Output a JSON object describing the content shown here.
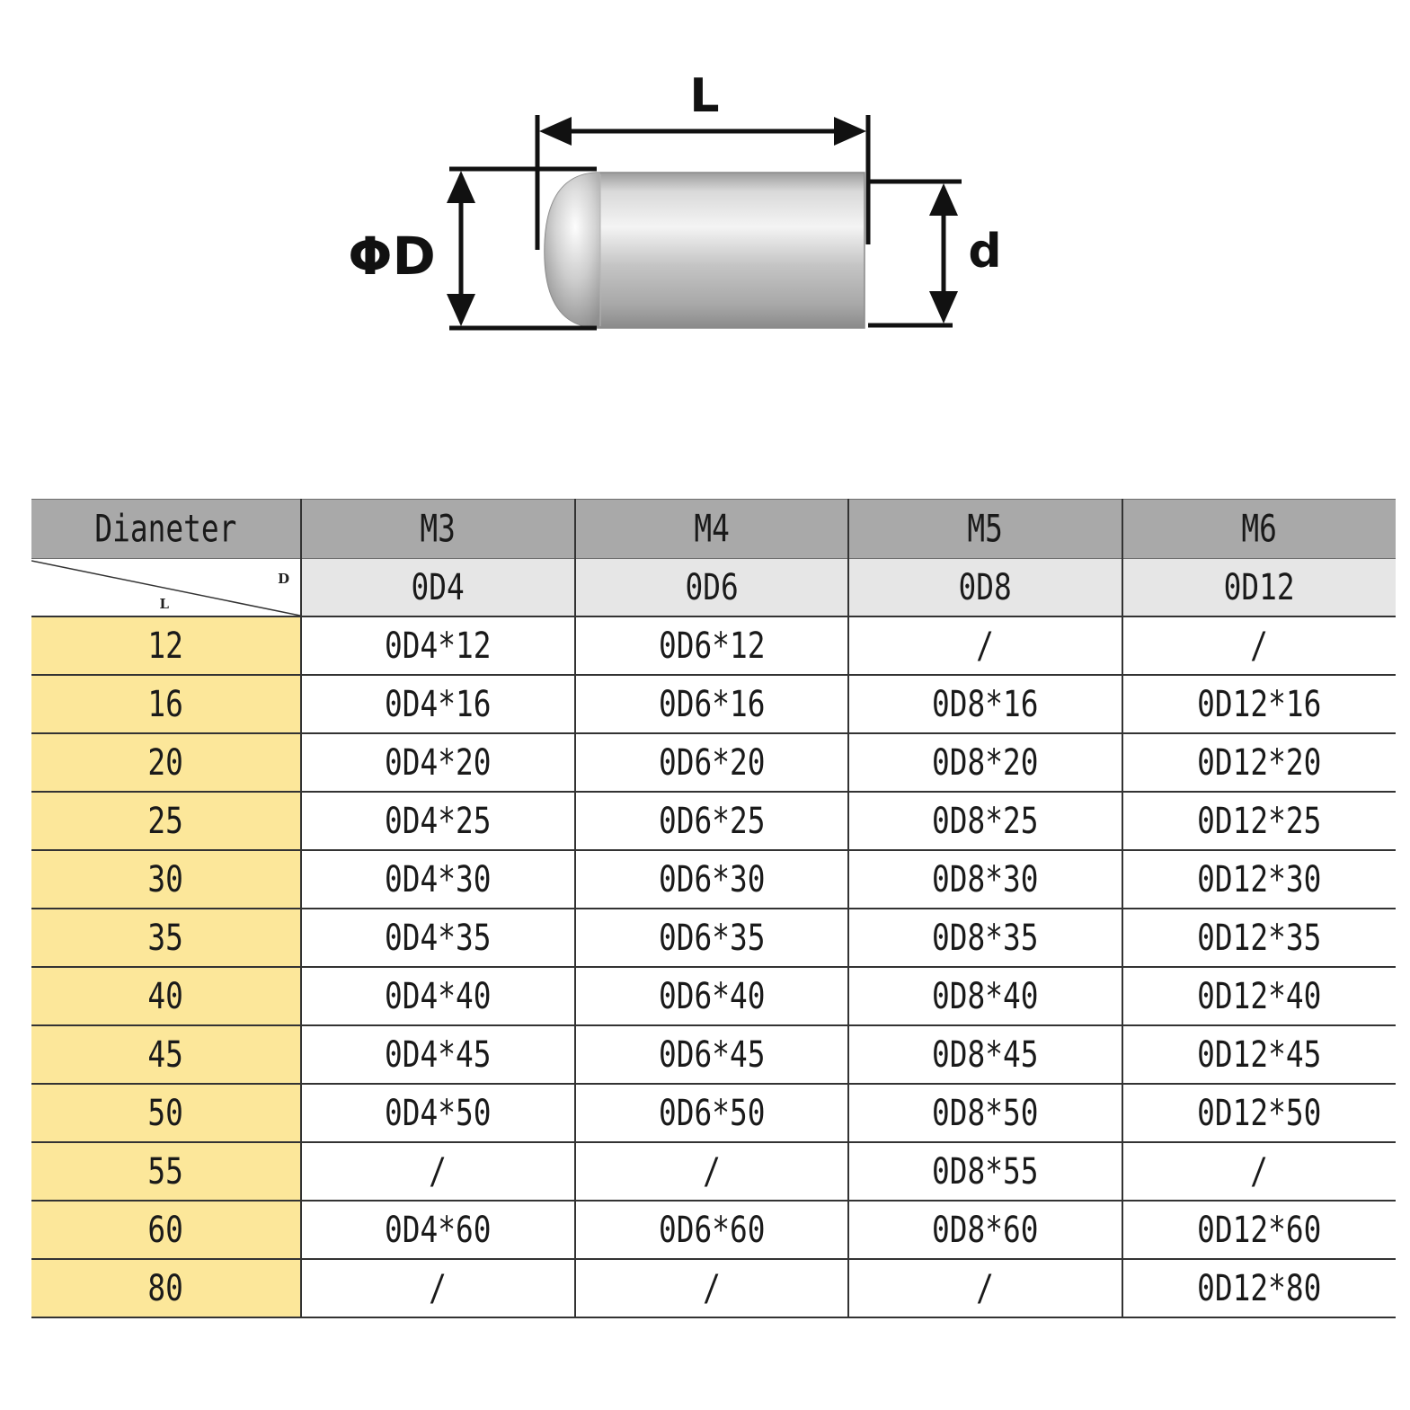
{
  "diagram": {
    "label_length": "L",
    "label_outer_diameter": "ΦD",
    "label_inner_diameter": "d",
    "colors": {
      "pin_light": "#f2f2f2",
      "pin_mid": "#b8b8b8",
      "pin_dark": "#8a8a8a",
      "lines": "#111111"
    }
  },
  "table": {
    "header_label": "Dianeter",
    "corner_d": "D",
    "corner_l": "L",
    "columns": [
      {
        "thread": "M3",
        "od": "0D4"
      },
      {
        "thread": "M4",
        "od": "0D6"
      },
      {
        "thread": "M5",
        "od": "0D8"
      },
      {
        "thread": "M6",
        "od": "0D12"
      }
    ],
    "rows": [
      {
        "length": "12",
        "cells": [
          "0D4*12",
          "0D6*12",
          "/",
          "/"
        ]
      },
      {
        "length": "16",
        "cells": [
          "0D4*16",
          "0D6*16",
          "0D8*16",
          "0D12*16"
        ]
      },
      {
        "length": "20",
        "cells": [
          "0D4*20",
          "0D6*20",
          "0D8*20",
          "0D12*20"
        ]
      },
      {
        "length": "25",
        "cells": [
          "0D4*25",
          "0D6*25",
          "0D8*25",
          "0D12*25"
        ]
      },
      {
        "length": "30",
        "cells": [
          "0D4*30",
          "0D6*30",
          "0D8*30",
          "0D12*30"
        ]
      },
      {
        "length": "35",
        "cells": [
          "0D4*35",
          "0D6*35",
          "0D8*35",
          "0D12*35"
        ]
      },
      {
        "length": "40",
        "cells": [
          "0D4*40",
          "0D6*40",
          "0D8*40",
          "0D12*40"
        ]
      },
      {
        "length": "45",
        "cells": [
          "0D4*45",
          "0D6*45",
          "0D8*45",
          "0D12*45"
        ]
      },
      {
        "length": "50",
        "cells": [
          "0D4*50",
          "0D6*50",
          "0D8*50",
          "0D12*50"
        ]
      },
      {
        "length": "55",
        "cells": [
          "/",
          "/",
          "0D8*55",
          "/"
        ]
      },
      {
        "length": "60",
        "cells": [
          "0D4*60",
          "0D6*60",
          "0D8*60",
          "0D12*60"
        ]
      },
      {
        "length": "80",
        "cells": [
          "/",
          "/",
          "/",
          "0D12*80"
        ]
      }
    ],
    "colors": {
      "header_bg": "#a9a9a9",
      "od_row_bg": "#e6e6e6",
      "length_col_bg": "#fce79a"
    }
  }
}
